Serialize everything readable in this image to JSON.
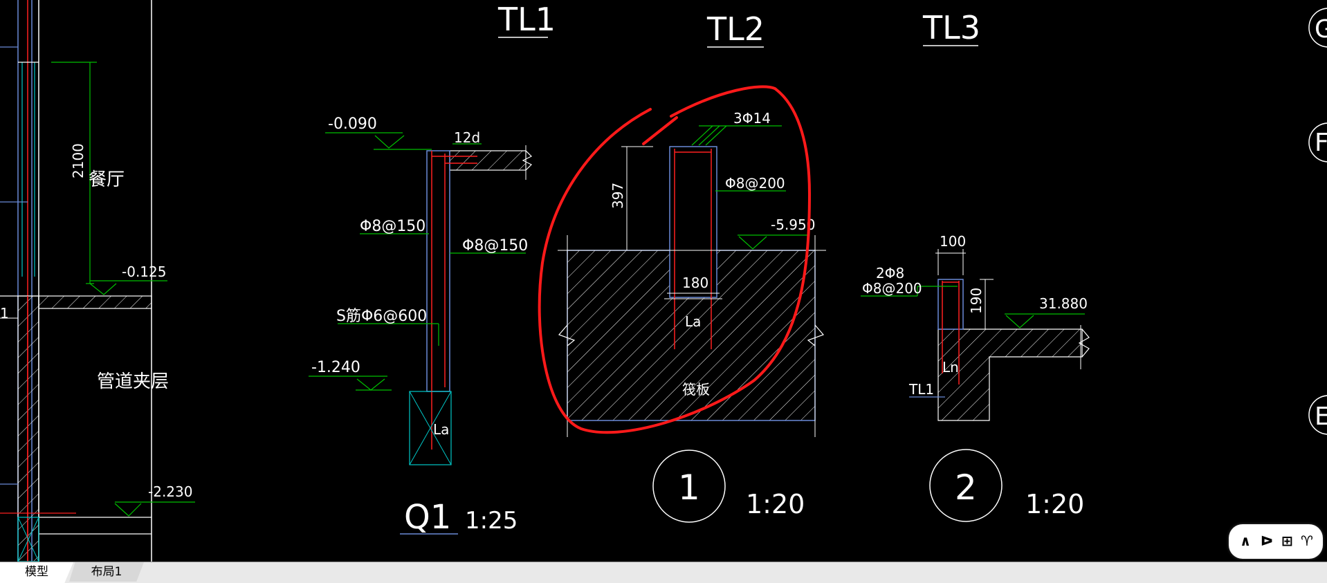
{
  "titles": {
    "tl1": "TL1",
    "tl2": "TL2",
    "tl3": "TL3"
  },
  "left_room": {
    "dim_2100": "2100",
    "room_canting": "餐厅",
    "elev_minus0125": "-0.125",
    "room_guandao": "管道夹层",
    "elev_minus2230": "-2.230",
    "grid_1": "1"
  },
  "q1": {
    "elev_minus0090": "-0.090",
    "label_12d": "12d",
    "rebar_left": "Φ8@150",
    "rebar_right": "Φ8@150",
    "s_rebar": "S筋Φ6@600",
    "elev_minus1240": "-1.240",
    "la": "La",
    "name": "Q1",
    "scale": "1:25"
  },
  "detail1": {
    "top_rebar": "3Φ14",
    "dim_397": "397",
    "stirrup": "Φ8@200",
    "elev": "-5.950",
    "width": "180",
    "la": "La",
    "raft": "筏板",
    "num": "1",
    "scale": "1:20"
  },
  "detail2": {
    "width": "100",
    "rebar_2phi8": "2Φ8",
    "stirrup": "Φ8@200",
    "depth": "190",
    "elev": "31.880",
    "ln": "Ln",
    "tl1": "TL1",
    "num": "2",
    "scale": "1:20"
  },
  "grid_bubbles": [
    "G",
    "F",
    "E"
  ],
  "tabs": {
    "model": "模型",
    "layout1": "布局1"
  },
  "status_widget": [
    "∧",
    "ᐅ",
    "⊞",
    "♈"
  ],
  "colors": {
    "background": "#000000",
    "green_dim": "#00c000",
    "blue_outline": "#6a8ad8",
    "cyan": "#00c8c8",
    "red_rebar": "#ff2020",
    "markup_red": "#ff1a1a",
    "white_lines": "#ffffff"
  }
}
